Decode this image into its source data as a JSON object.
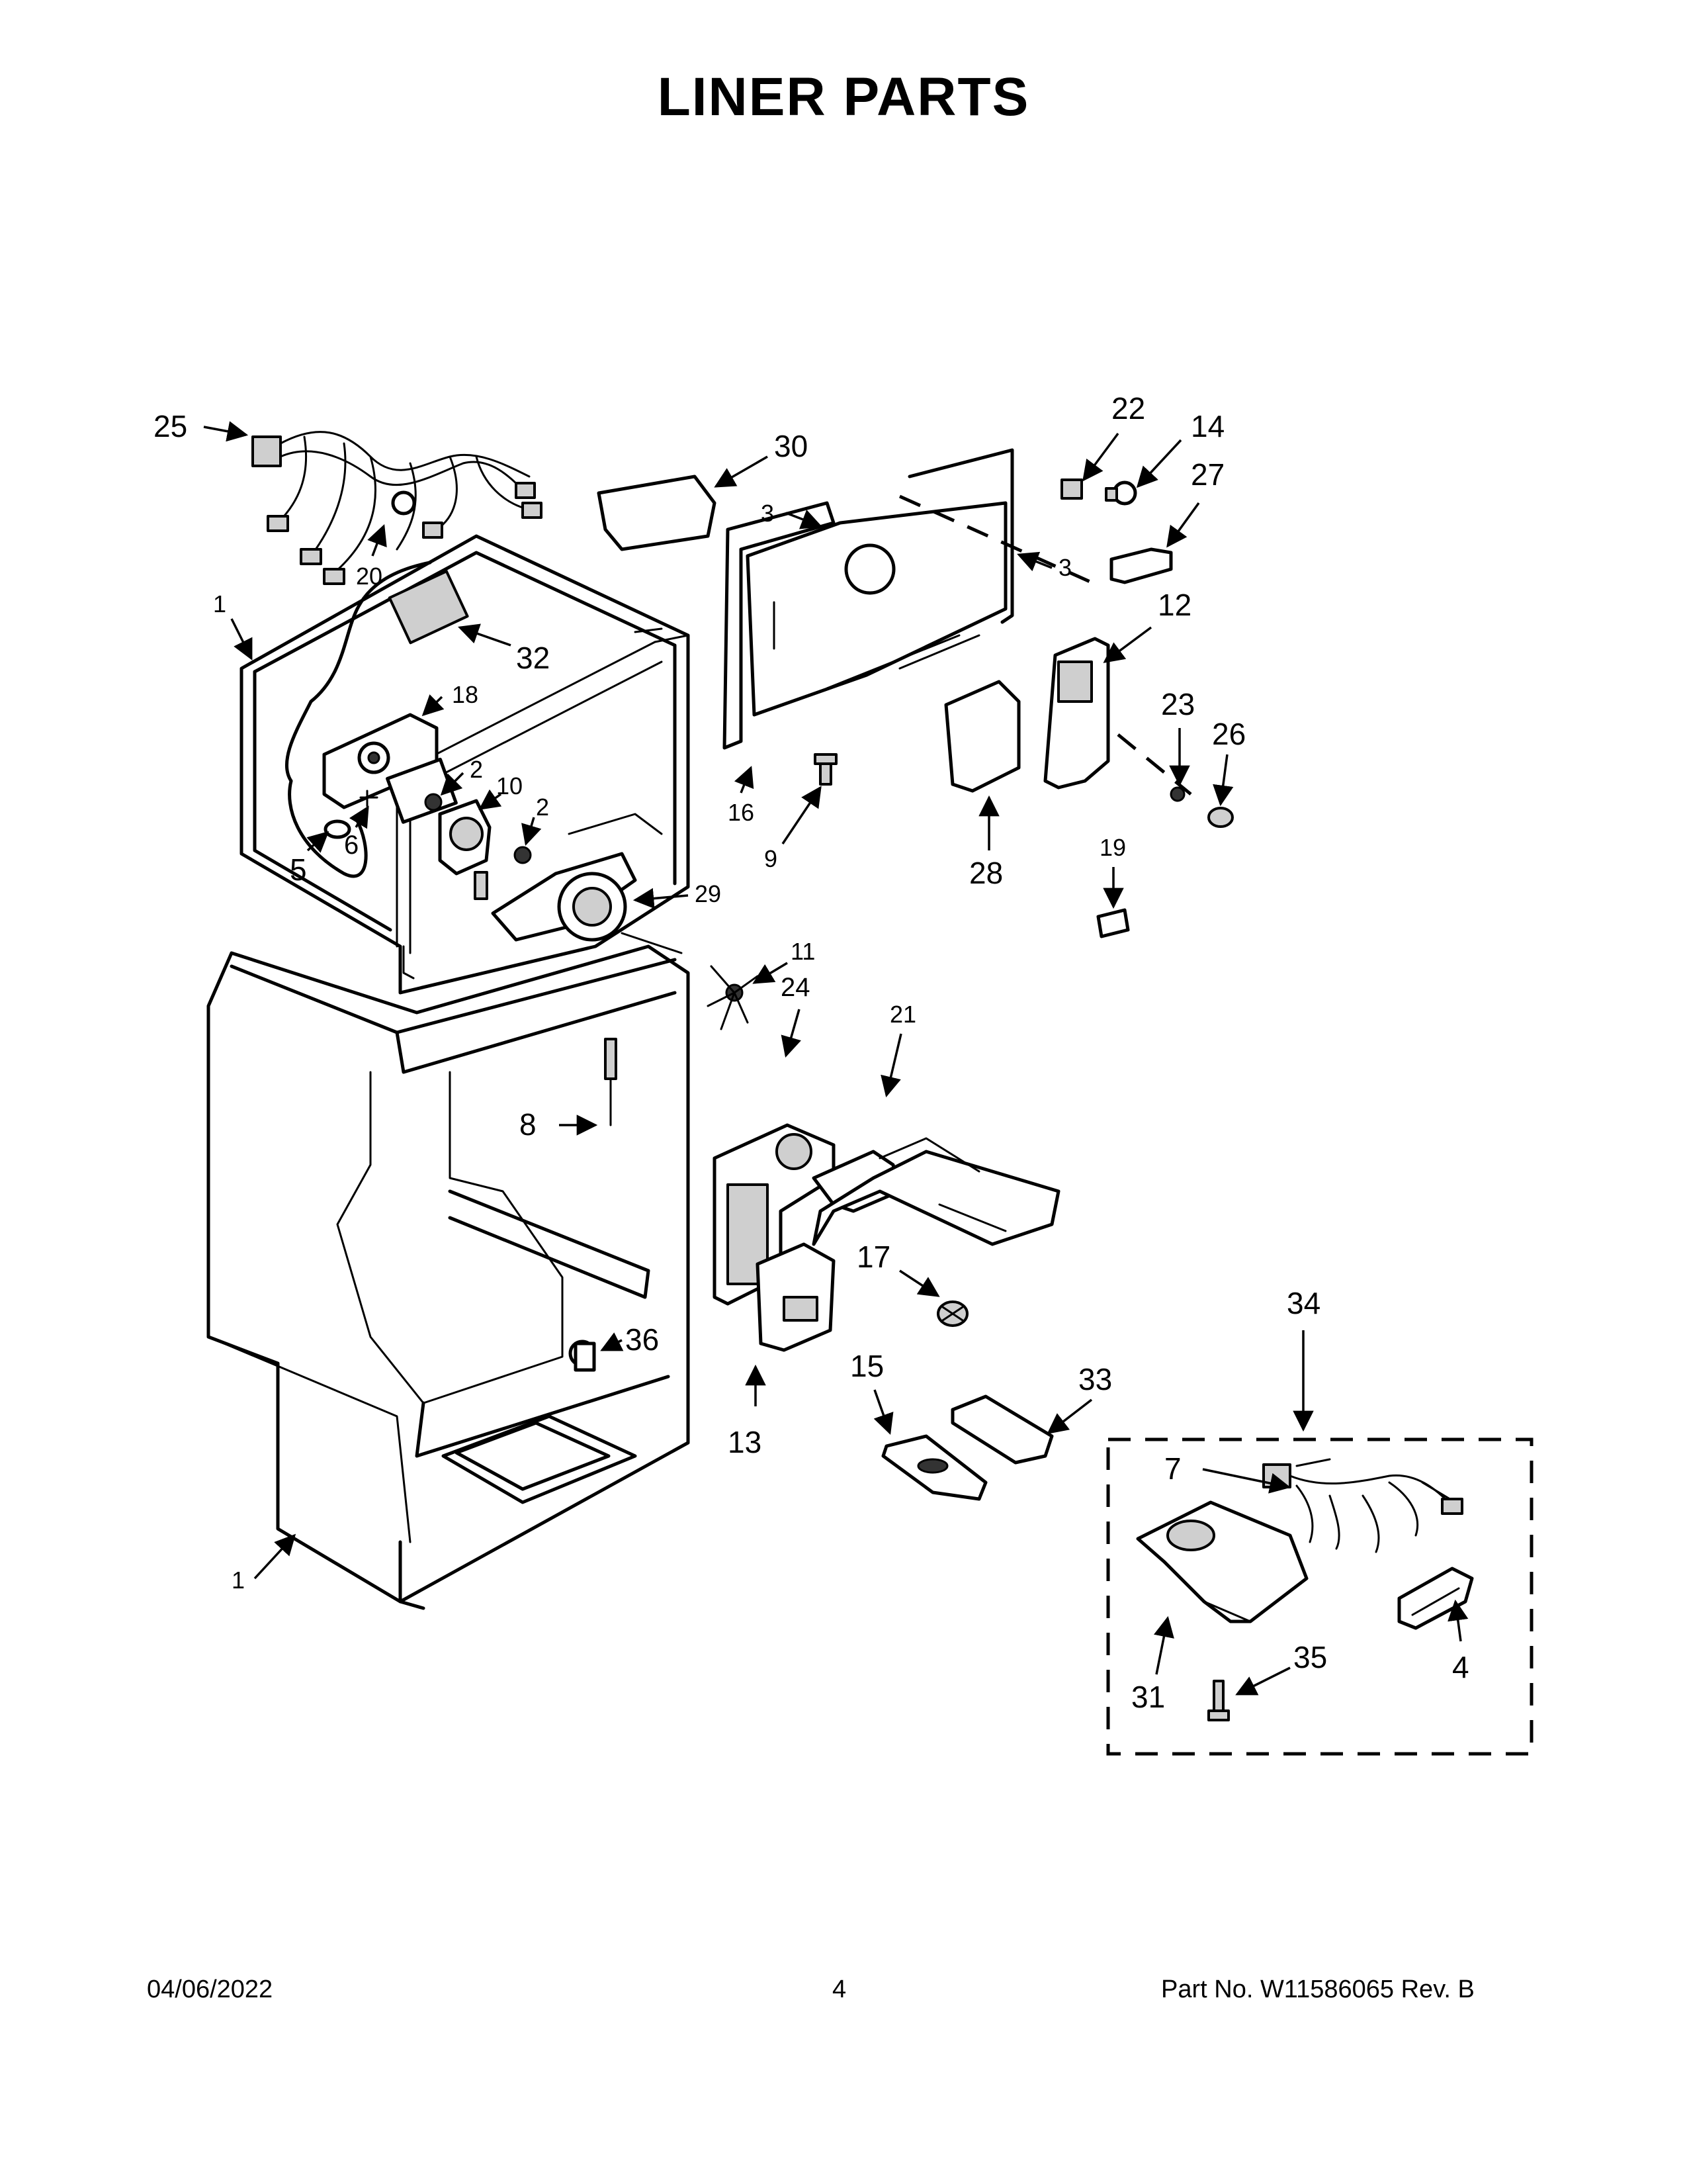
{
  "page": {
    "title": "LINER PARTS",
    "footer": {
      "date": "04/06/2022",
      "page_number": "4",
      "part_number": "Part No.  W11586065  Rev.  B"
    }
  },
  "callouts": [
    {
      "id": "25",
      "text": "25"
    },
    {
      "id": "20",
      "text": "20"
    },
    {
      "id": "1-top",
      "text": "1"
    },
    {
      "id": "32",
      "text": "32"
    },
    {
      "id": "18",
      "text": "18"
    },
    {
      "id": "2-a",
      "text": "2"
    },
    {
      "id": "10",
      "text": "10"
    },
    {
      "id": "2-b",
      "text": "2"
    },
    {
      "id": "6",
      "text": "6"
    },
    {
      "id": "5",
      "text": "5"
    },
    {
      "id": "29",
      "text": "29"
    },
    {
      "id": "30",
      "text": "30"
    },
    {
      "id": "3-a",
      "text": "3"
    },
    {
      "id": "3-b",
      "text": "3"
    },
    {
      "id": "16",
      "text": "16"
    },
    {
      "id": "9",
      "text": "9"
    },
    {
      "id": "28",
      "text": "28"
    },
    {
      "id": "22",
      "text": "22"
    },
    {
      "id": "14",
      "text": "14"
    },
    {
      "id": "27",
      "text": "27"
    },
    {
      "id": "12",
      "text": "12"
    },
    {
      "id": "23",
      "text": "23"
    },
    {
      "id": "26",
      "text": "26"
    },
    {
      "id": "19",
      "text": "19"
    },
    {
      "id": "11",
      "text": "11"
    },
    {
      "id": "24",
      "text": "24"
    },
    {
      "id": "21",
      "text": "21"
    },
    {
      "id": "8",
      "text": "8"
    },
    {
      "id": "36",
      "text": "36"
    },
    {
      "id": "13",
      "text": "13"
    },
    {
      "id": "17",
      "text": "17"
    },
    {
      "id": "15",
      "text": "15"
    },
    {
      "id": "33",
      "text": "33"
    },
    {
      "id": "34",
      "text": "34"
    },
    {
      "id": "7",
      "text": "7"
    },
    {
      "id": "31",
      "text": "31"
    },
    {
      "id": "35",
      "text": "35"
    },
    {
      "id": "4",
      "text": "4"
    },
    {
      "id": "1-bottom",
      "text": "1"
    }
  ]
}
